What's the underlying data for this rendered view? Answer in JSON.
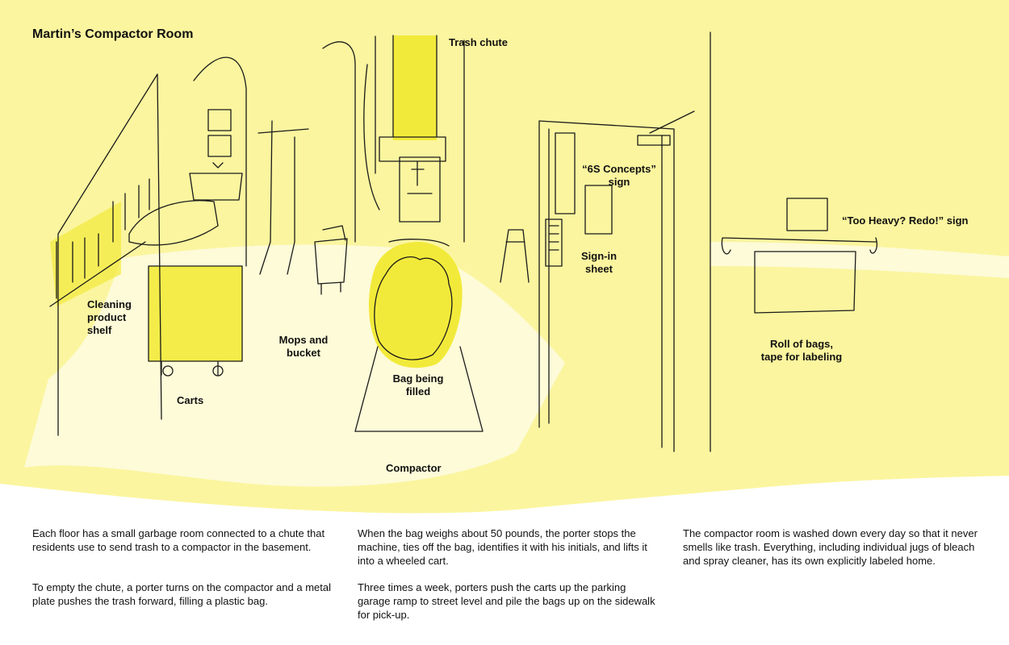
{
  "colors": {
    "wash": "#fbf59f",
    "highlight": "#f2ea3a",
    "floor": "#fdfbd8",
    "ink": "#1a1a1a"
  },
  "title": "Martin’s Compactor Room",
  "labels": {
    "trash_chute": "Trash chute",
    "six_s_sign": "“6S Concepts”\nsign",
    "too_heavy_sign": "“Too Heavy? Redo!” sign",
    "sign_in_sheet": "Sign-in\nsheet",
    "cleaning_shelf": "Cleaning\nproduct\nshelf",
    "mops_bucket": "Mops and\nbucket",
    "roll_of_bags": "Roll of bags,\ntape for labeling",
    "bag_filled": "Bag being\nfilled",
    "carts": "Carts",
    "compactor": "Compactor"
  },
  "paragraphs": {
    "p1": "Each floor has a small garbage room connected to a chute that residents use to send trash to a compactor in the basement.",
    "p2": "To empty the chute, a porter turns on the compactor and a metal plate pushes the trash forward, filling a plastic bag.",
    "p3": "When the bag weighs about 50 pounds, the porter stops the machine, ties off the bag, identifies it with his initials, and lifts it into a wheeled cart.",
    "p4": "Three times a week, porters push the carts up the parking garage ramp to street level and pile the bags up on the sidewalk for pick-up.",
    "p5": "The compactor room is washed down every day so that it never smells like trash. Everything, including individual jugs of bleach and spray cleaner, has its own explicitly labeled home."
  }
}
